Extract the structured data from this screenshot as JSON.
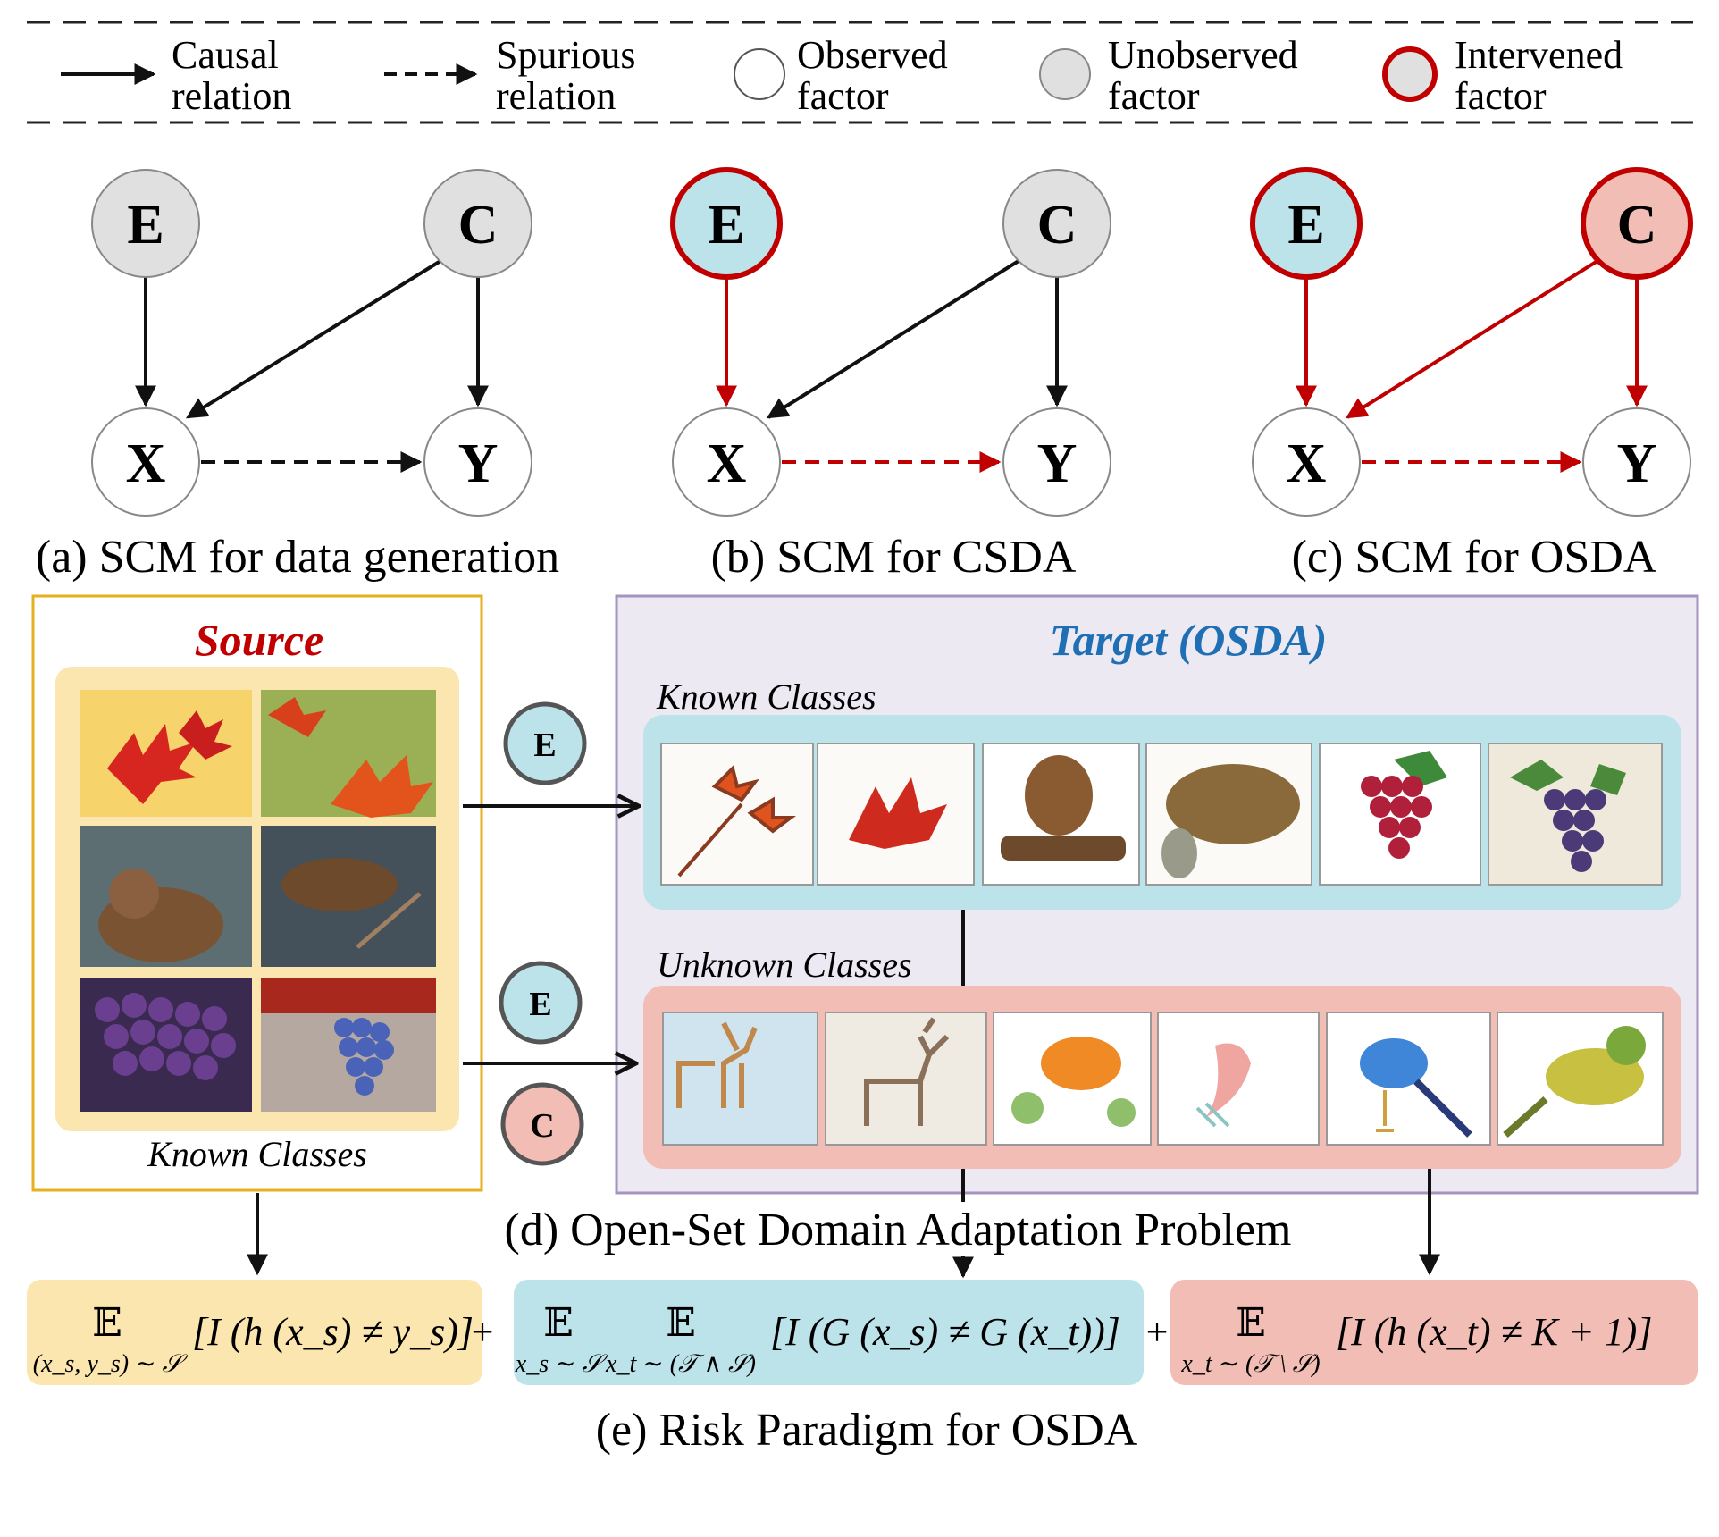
{
  "legend": {
    "causal": [
      "Causal",
      "relation"
    ],
    "spurious": [
      "Spurious",
      "relation"
    ],
    "observed": [
      "Observed",
      "factor"
    ],
    "unobserved": [
      "Unobserved",
      "factor"
    ],
    "intervened": [
      "Intervened",
      "factor"
    ]
  },
  "nodes": {
    "E": "E",
    "C": "C",
    "X": "X",
    "Y": "Y"
  },
  "captions": {
    "a": "(a) SCM for data generation",
    "b": "(b) SCM for CSDA",
    "c": "(c) SCM for OSDA",
    "d": "(d) Open-Set Domain Adaptation Problem",
    "e": "(e) Risk Paradigm for OSDA"
  },
  "panel_d": {
    "source_title": "Source",
    "source_known_label": "Known Classes",
    "target_title": "Target (OSDA)",
    "target_known_label": "Known Classes",
    "target_unknown_label": "Unknown Classes",
    "source_images": [
      "maple-leaves-photo",
      "maple-branch-photo",
      "beaver-photo",
      "beaver-swimming-photo",
      "purple-grapes-photo",
      "blue-grapes-photo"
    ],
    "target_known_images": [
      "maple-leaves-sketch",
      "maple-leaf-painting",
      "beaver-painting",
      "beaver-sketch",
      "red-grapes-painting",
      "purple-grapes-painting"
    ],
    "target_unknown_images": [
      "deer-painting",
      "deer-sketch",
      "goldfish-painting",
      "fish-watercolor",
      "blue-bird-painting",
      "green-bird-painting"
    ]
  },
  "risk": {
    "term1": {
      "op": "𝔼",
      "sub": "(x_s, y_s) ∼ 𝒮",
      "body": "[I (h (x_s) ≠ y_s)]"
    },
    "term2": {
      "op1": "𝔼",
      "sub1": "x_s ∼ 𝒮",
      "op2": "𝔼",
      "sub2": "x_t ∼ (𝒯 ∧ 𝒮)",
      "body": "[I (G (x_s) ≠ G (x_t))]"
    },
    "term3": {
      "op": "𝔼",
      "sub": "x_t ∼ (𝒯 \\ 𝒮)",
      "body": "[I (h (x_t) ≠ K + 1)]"
    },
    "plus": "+"
  },
  "colors": {
    "intervened_red": "#c00000",
    "unobserved_gray": "#e0e0e0",
    "env_blue": "#bde3ea",
    "class_pink": "#f2bdb4",
    "source_yellow": "#fbe6b0",
    "source_border": "#e6b11d",
    "target_bg": "#ece9f2",
    "target_border": "#a594c0",
    "source_title": "#c00000",
    "target_title": "#1f6fb5"
  }
}
